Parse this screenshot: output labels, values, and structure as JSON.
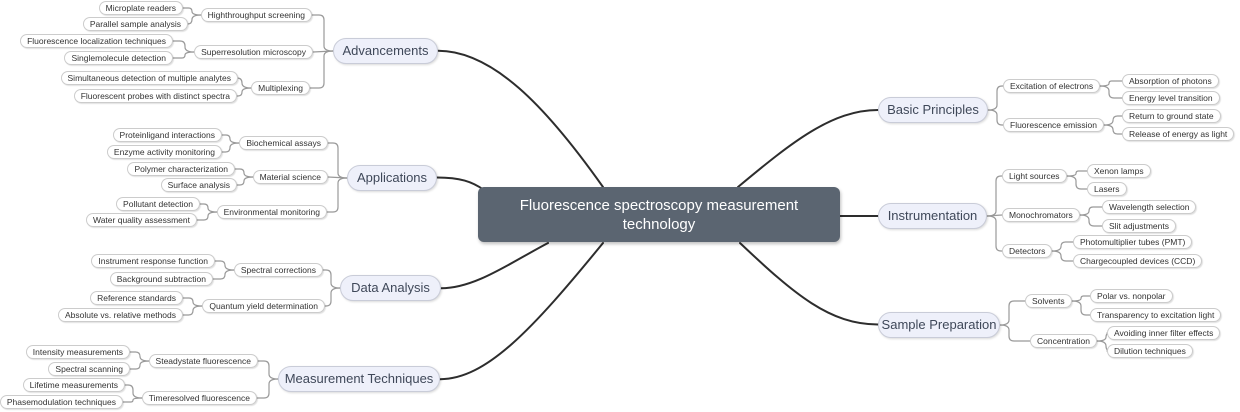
{
  "root": {
    "label": "Fluorescence spectroscopy measurement technology"
  },
  "branches": [
    {
      "label": "Advancements",
      "side": "left",
      "children": [
        {
          "label": "Highthroughput screening",
          "children": [
            {
              "label": "Microplate readers"
            },
            {
              "label": "Parallel sample analysis"
            }
          ]
        },
        {
          "label": "Superresolution microscopy",
          "children": [
            {
              "label": "Fluorescence localization techniques"
            },
            {
              "label": "Singlemolecule detection"
            }
          ]
        },
        {
          "label": "Multiplexing",
          "children": [
            {
              "label": "Simultaneous detection of multiple analytes"
            },
            {
              "label": "Fluorescent probes with distinct spectra"
            }
          ]
        }
      ]
    },
    {
      "label": "Applications",
      "side": "left",
      "children": [
        {
          "label": "Biochemical assays",
          "children": [
            {
              "label": "Proteinligand interactions"
            },
            {
              "label": "Enzyme activity monitoring"
            }
          ]
        },
        {
          "label": "Material science",
          "children": [
            {
              "label": "Polymer characterization"
            },
            {
              "label": "Surface analysis"
            }
          ]
        },
        {
          "label": "Environmental monitoring",
          "children": [
            {
              "label": "Pollutant detection"
            },
            {
              "label": "Water quality assessment"
            }
          ]
        }
      ]
    },
    {
      "label": "Data Analysis",
      "side": "left",
      "children": [
        {
          "label": "Spectral corrections",
          "children": [
            {
              "label": "Instrument response function"
            },
            {
              "label": "Background subtraction"
            }
          ]
        },
        {
          "label": "Quantum yield determination",
          "children": [
            {
              "label": "Reference standards"
            },
            {
              "label": "Absolute vs. relative methods"
            }
          ]
        }
      ]
    },
    {
      "label": "Measurement Techniques",
      "side": "left",
      "children": [
        {
          "label": "Steadystate fluorescence",
          "children": [
            {
              "label": "Intensity measurements"
            },
            {
              "label": "Spectral scanning"
            }
          ]
        },
        {
          "label": "Timeresolved fluorescence",
          "children": [
            {
              "label": "Lifetime measurements"
            },
            {
              "label": "Phasemodulation techniques"
            }
          ]
        }
      ]
    },
    {
      "label": "Basic Principles",
      "side": "right",
      "children": [
        {
          "label": "Excitation of electrons",
          "children": [
            {
              "label": "Absorption of photons"
            },
            {
              "label": "Energy level transition"
            }
          ]
        },
        {
          "label": "Fluorescence emission",
          "children": [
            {
              "label": "Return to ground state"
            },
            {
              "label": "Release of energy as light"
            }
          ]
        }
      ]
    },
    {
      "label": "Instrumentation",
      "side": "right",
      "children": [
        {
          "label": "Light sources",
          "children": [
            {
              "label": "Xenon lamps"
            },
            {
              "label": "Lasers"
            }
          ]
        },
        {
          "label": "Monochromators",
          "children": [
            {
              "label": "Wavelength selection"
            },
            {
              "label": "Slit adjustments"
            }
          ]
        },
        {
          "label": "Detectors",
          "children": [
            {
              "label": "Photomultiplier tubes (PMT)"
            },
            {
              "label": "Chargecoupled devices (CCD)"
            }
          ]
        }
      ]
    },
    {
      "label": "Sample Preparation",
      "side": "right",
      "children": [
        {
          "label": "Solvents",
          "children": [
            {
              "label": "Polar vs. nonpolar"
            },
            {
              "label": "Transparency to excitation light"
            }
          ]
        },
        {
          "label": "Concentration",
          "children": [
            {
              "label": "Avoiding inner filter effects"
            },
            {
              "label": "Dilution techniques"
            }
          ]
        }
      ]
    }
  ],
  "colors": {
    "root_bg": "#5b6571",
    "root_text": "#ffffff",
    "topic_bg": "#eef0fa",
    "topic_border": "#c9ccd8",
    "topic_text": "#3f4859",
    "leaf_bg": "#ffffff",
    "leaf_border": "#cccccc",
    "leaf_text": "#333333",
    "branch_line": "#2d2d2d",
    "sub_line": "#999999"
  }
}
